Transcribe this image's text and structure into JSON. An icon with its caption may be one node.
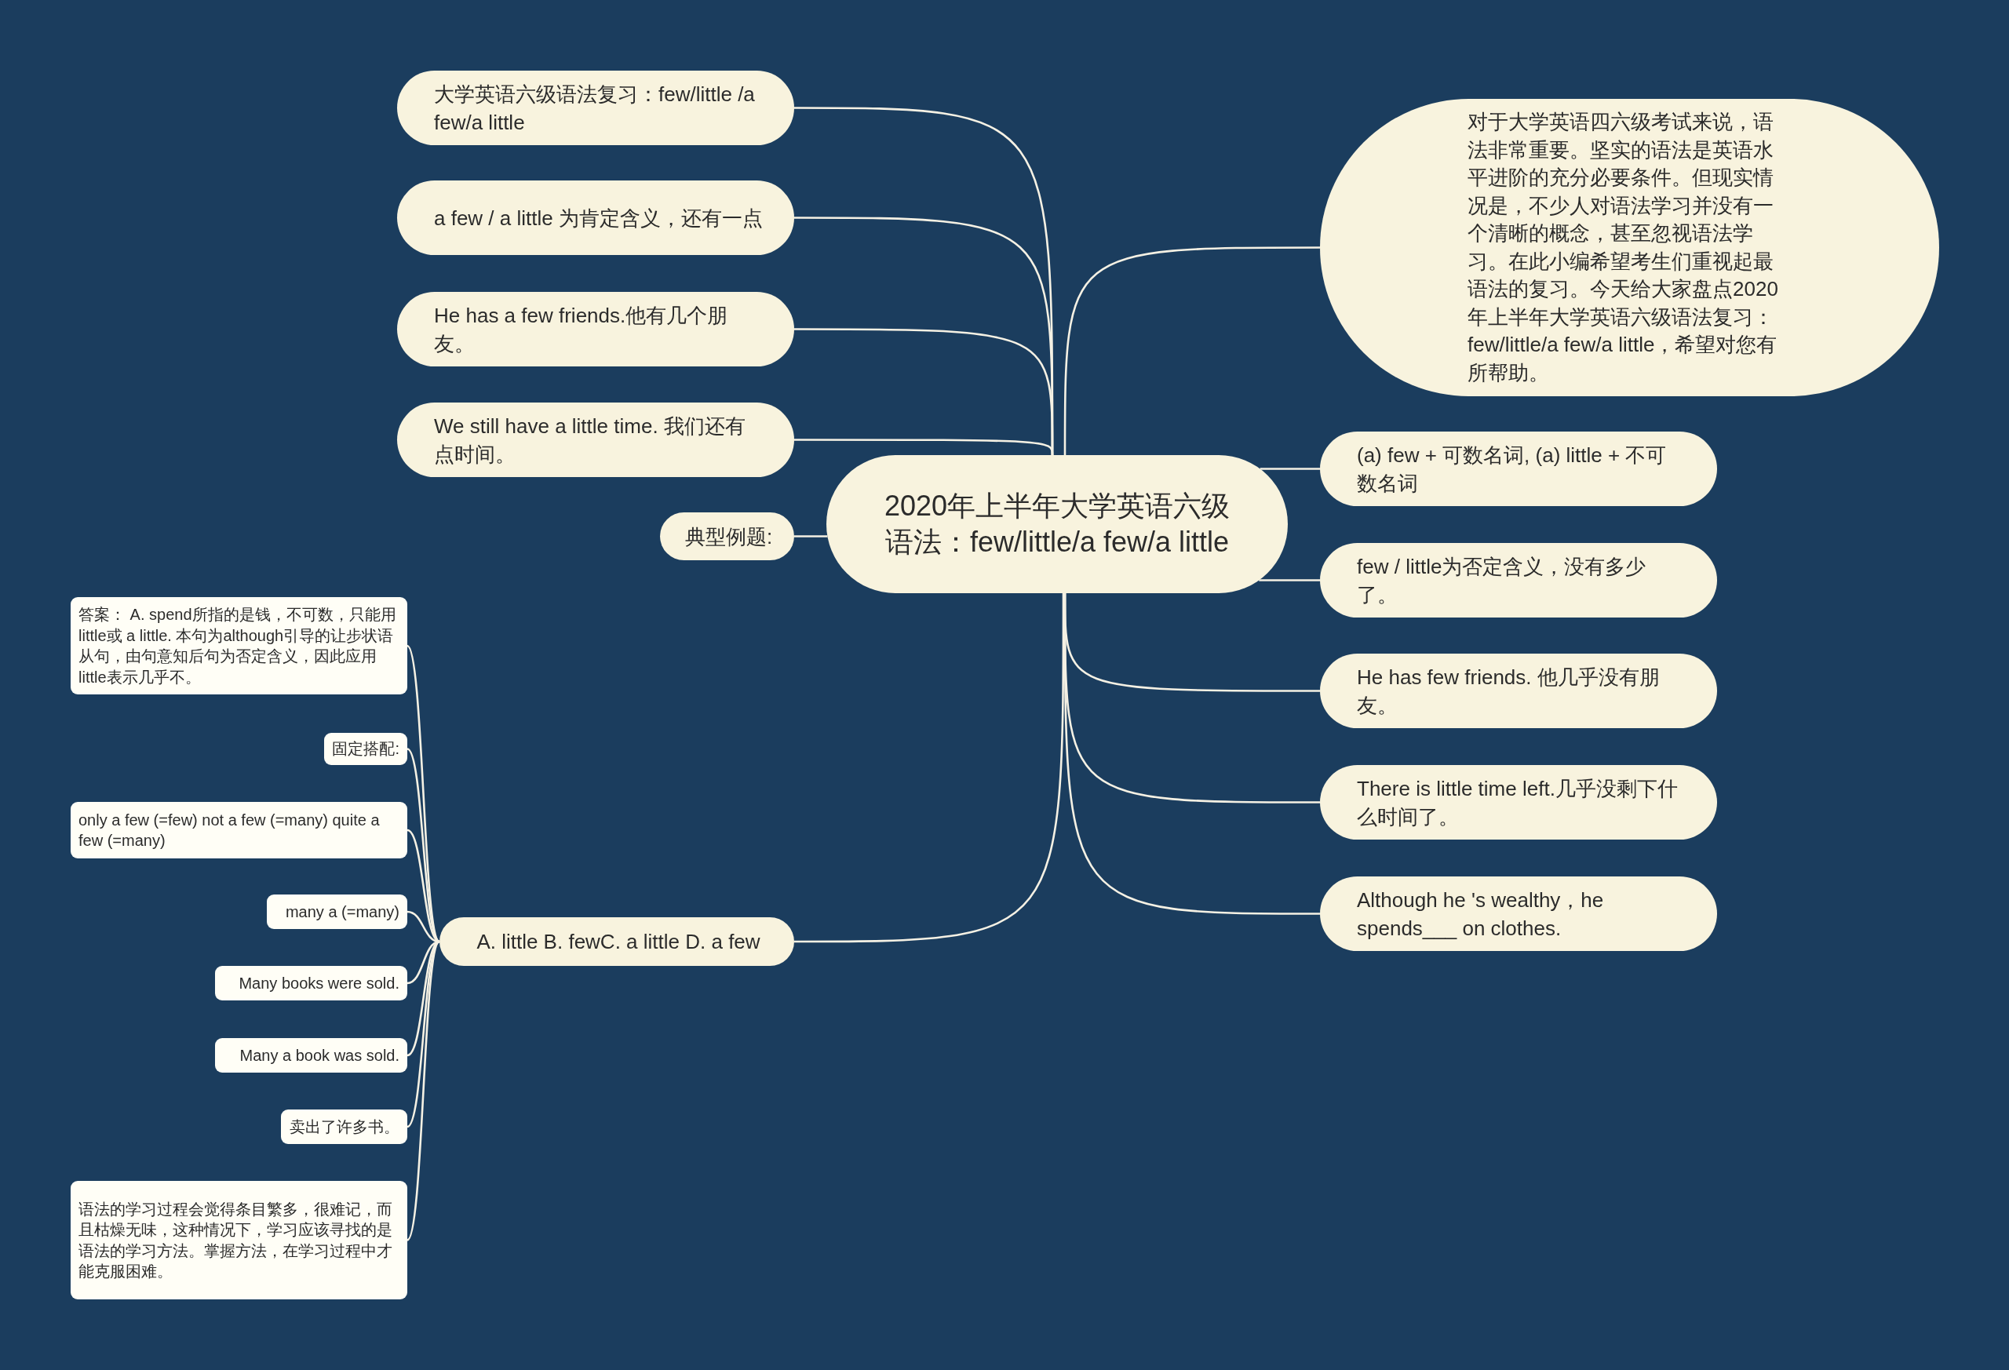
{
  "diagram": {
    "nodes": [
      {
        "text": [
          "2020年上半年大学英语六级语法：few/little/a few/a little"
        ]
      },
      {
        "text": [
          "大学英语六级语法复习：few/little /a few/a little"
        ]
      },
      {
        "text": [
          "a few / a little 为肯定含义，还有一点"
        ]
      },
      {
        "text": [
          "He has a few friends.他有几个朋友。"
        ]
      },
      {
        "text": [
          "We still have a little time. 我们还有点时间。"
        ]
      },
      {
        "text": [
          "典型例题:"
        ]
      },
      {
        "text": [
          "A. little B. fewC. a little D. a few"
        ]
      },
      {
        "text": [
          "答案： A. spend所指的是钱，不可数，只能用little或 a little. 本句为although引导的让步状语从句，由句意知后句为否定含义，因此应用little表示几乎不。"
        ]
      },
      {
        "text": [
          "固定搭配:"
        ]
      },
      {
        "text": [
          "only a few (=few) not a few (=many) quite a few (=many)"
        ]
      },
      {
        "text": [
          "many a (=many)"
        ]
      },
      {
        "text": [
          "Many books were sold."
        ]
      },
      {
        "text": [
          "Many a book was sold."
        ]
      },
      {
        "text": [
          "卖出了许多书。"
        ]
      },
      {
        "text": [
          "语法的学习过程会觉得条目繁多，很难记，而且枯燥无味，这种情况下，学习应该寻找的是语法的学习方法。掌握方法，在学习过程中才能克服困难。"
        ]
      },
      {
        "text": [
          "对于大学英语四六级考试来说，语法非常重要。坚实的语法是英语水平进阶的充分必要条件。但现实情况是，不少人对语法学习并没有一个清晰的概念，甚至忽视语法学习。在此小编希望考生们重视起最语法的复习。今天给大家盘点2020年上半年大学英语六级语法复习：few/little/a few/a little，希望对您有所帮助。"
        ]
      },
      {
        "text": [
          "(a) few + 可数名词, (a) little + 不可数名词"
        ]
      },
      {
        "text": [
          "few / little为否定含义，没有多少了。"
        ]
      },
      {
        "text": [
          "He has few friends. 他几乎没有朋友。"
        ]
      },
      {
        "text": [
          "There is little time left.几乎没剩下什么时间了。"
        ]
      },
      {
        "text": [
          "Although he 's wealthy，he spends___ on clothes."
        ]
      }
    ],
    "edges": [
      {
        "from": 0,
        "to": 1,
        "arrow": "none"
      },
      {
        "from": 0,
        "to": 2,
        "arrow": "none"
      },
      {
        "from": 0,
        "to": 3,
        "arrow": "none"
      },
      {
        "from": 0,
        "to": 4,
        "arrow": "none"
      },
      {
        "from": 0,
        "to": 5,
        "arrow": "none"
      },
      {
        "from": 0,
        "to": 6,
        "arrow": "none"
      },
      {
        "from": 6,
        "to": 7,
        "arrow": "none"
      },
      {
        "from": 6,
        "to": 8,
        "arrow": "none"
      },
      {
        "from": 6,
        "to": 9,
        "arrow": "none"
      },
      {
        "from": 6,
        "to": 10,
        "arrow": "none"
      },
      {
        "from": 6,
        "to": 11,
        "arrow": "none"
      },
      {
        "from": 6,
        "to": 12,
        "arrow": "none"
      },
      {
        "from": 6,
        "to": 13,
        "arrow": "none"
      },
      {
        "from": 6,
        "to": 14,
        "arrow": "none"
      },
      {
        "from": 0,
        "to": 15,
        "arrow": "none"
      },
      {
        "from": 0,
        "to": 16,
        "arrow": "none"
      },
      {
        "from": 0,
        "to": 17,
        "arrow": "none"
      },
      {
        "from": 0,
        "to": 18,
        "arrow": "none"
      },
      {
        "from": 0,
        "to": 19,
        "arrow": "none"
      },
      {
        "from": 0,
        "to": 20,
        "arrow": "none"
      }
    ]
  }
}
